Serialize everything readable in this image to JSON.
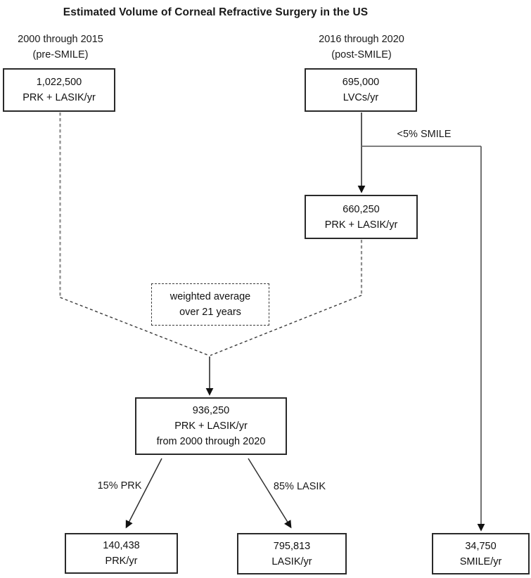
{
  "title": "Estimated Volume of Corneal Refractive Surgery in the US",
  "columns": {
    "left": {
      "period": "2000 through 2015",
      "era": "(pre-SMILE)"
    },
    "right": {
      "period": "2016 through 2020",
      "era": "(post-SMILE)"
    }
  },
  "nodes": {
    "pre_smile": {
      "value": "1,022,500",
      "unit": "PRK + LASIK/yr"
    },
    "post_smile": {
      "value": "695,000",
      "unit": "LVCs/yr"
    },
    "post_prk_lasik": {
      "value": "660,250",
      "unit": "PRK + LASIK/yr"
    },
    "weighted_average": {
      "line1": "weighted average",
      "line2": "over 21 years"
    },
    "combined": {
      "value": "936,250",
      "unit": "PRK + LASIK/yr",
      "range": "from 2000 through 2020"
    },
    "prk": {
      "value": "140,438",
      "unit": "PRK/yr"
    },
    "lasik": {
      "value": "795,813",
      "unit": "LASIK/yr"
    },
    "smile": {
      "value": "34,750",
      "unit": "SMILE/yr"
    }
  },
  "edge_labels": {
    "smile_share": "<5% SMILE",
    "prk_share": "15% PRK",
    "lasik_share": "85% LASIK"
  },
  "colors": {
    "background": "#ffffff",
    "text": "#111111",
    "box_border": "#2a2a2a",
    "solid_line": "#3a3a3a",
    "dashed_gray_line": "#8c8c8c",
    "dashed_dark_line": "#3a3a3a",
    "arrowhead": "#111111"
  }
}
